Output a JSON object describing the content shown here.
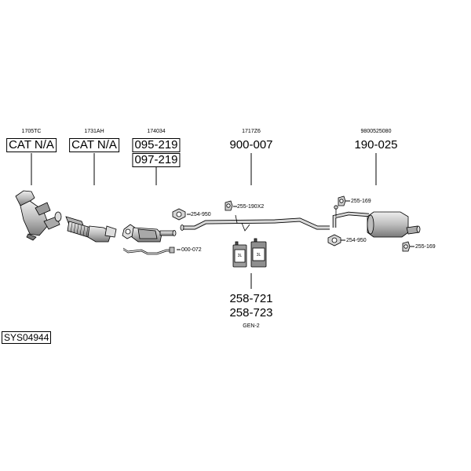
{
  "diagram_code": "SYS04944",
  "oem_refs": {
    "cat1": "1705TC",
    "cat2": "1731AH",
    "filter": "174034",
    "mid": "1717Z6",
    "rear": "9800525080"
  },
  "part_labels": {
    "cat1": "CAT N/A",
    "cat2": "CAT N/A",
    "filter_a": "095-219",
    "filter_b": "097-219",
    "mid_pipe": "900-007",
    "rear_silencer": "190-025",
    "additive_a": "258-721",
    "additive_b": "258-723",
    "additive_note": "GEN-2"
  },
  "small_parts": {
    "gasket_front": "254-950",
    "mount_mid": "255-190X2",
    "sensor": "000-072",
    "mount_rear_top": "255-169",
    "gasket_rear": "254-950",
    "mount_rear_right": "255-169"
  },
  "bottle_labels": [
    "3L",
    "3L"
  ],
  "colors": {
    "line": "#000000",
    "part_fill": "#c9c9c9",
    "part_dark": "#8a8a8a"
  }
}
